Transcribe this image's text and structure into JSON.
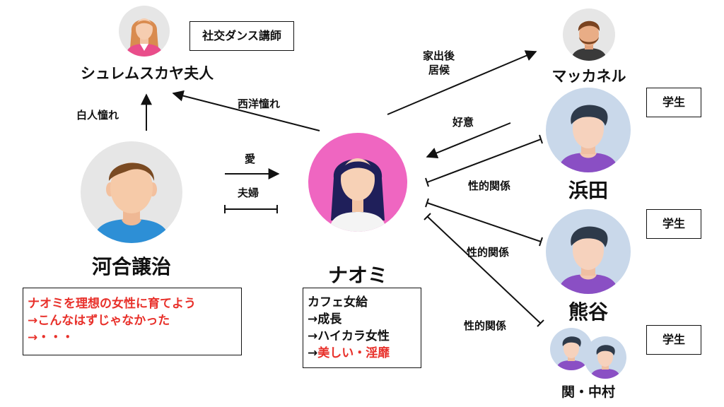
{
  "people": {
    "madame": {
      "name": "シュレムスカヤ夫人",
      "role": "社交ダンス講師"
    },
    "kawai": {
      "name": "河合譲治"
    },
    "naomi": {
      "name": "ナオミ"
    },
    "mackanel": {
      "name": "マッカネル"
    },
    "hamada": {
      "name": "浜田",
      "role": "学生"
    },
    "kumagai": {
      "name": "熊谷",
      "role": "学生"
    },
    "seki_nakamura": {
      "name": "関・中村",
      "role": "学生"
    }
  },
  "relations": {
    "white_longing": "白人憧れ",
    "western_longing": "西洋憧れ",
    "love": "愛",
    "married": "夫婦",
    "after_leaving_home_1": "家出後",
    "after_leaving_home_2": "居候",
    "affection": "好意",
    "sexual_1": "性的関係",
    "sexual_2": "性的関係",
    "sexual_3": "性的関係"
  },
  "kawai_note": {
    "line1": "ナオミを理想の女性に育てよう",
    "line2": "→こんなはずじゃなかった",
    "line3": "→・・・"
  },
  "naomi_note": {
    "line1": "カフェ女給",
    "line2": "→成長",
    "line3": "→ハイカラ女性",
    "line4_prefix": "→",
    "line4_red": "美しい・淫靡"
  },
  "colors": {
    "accent_red": "#e8302a",
    "naomi_bg": "#ef66c1",
    "student_bg": "#c9d8ea",
    "student_shirt": "#8a4fc4",
    "kawai_shirt": "#2d8fd6",
    "avatar_bg": "#e6e6e6"
  }
}
